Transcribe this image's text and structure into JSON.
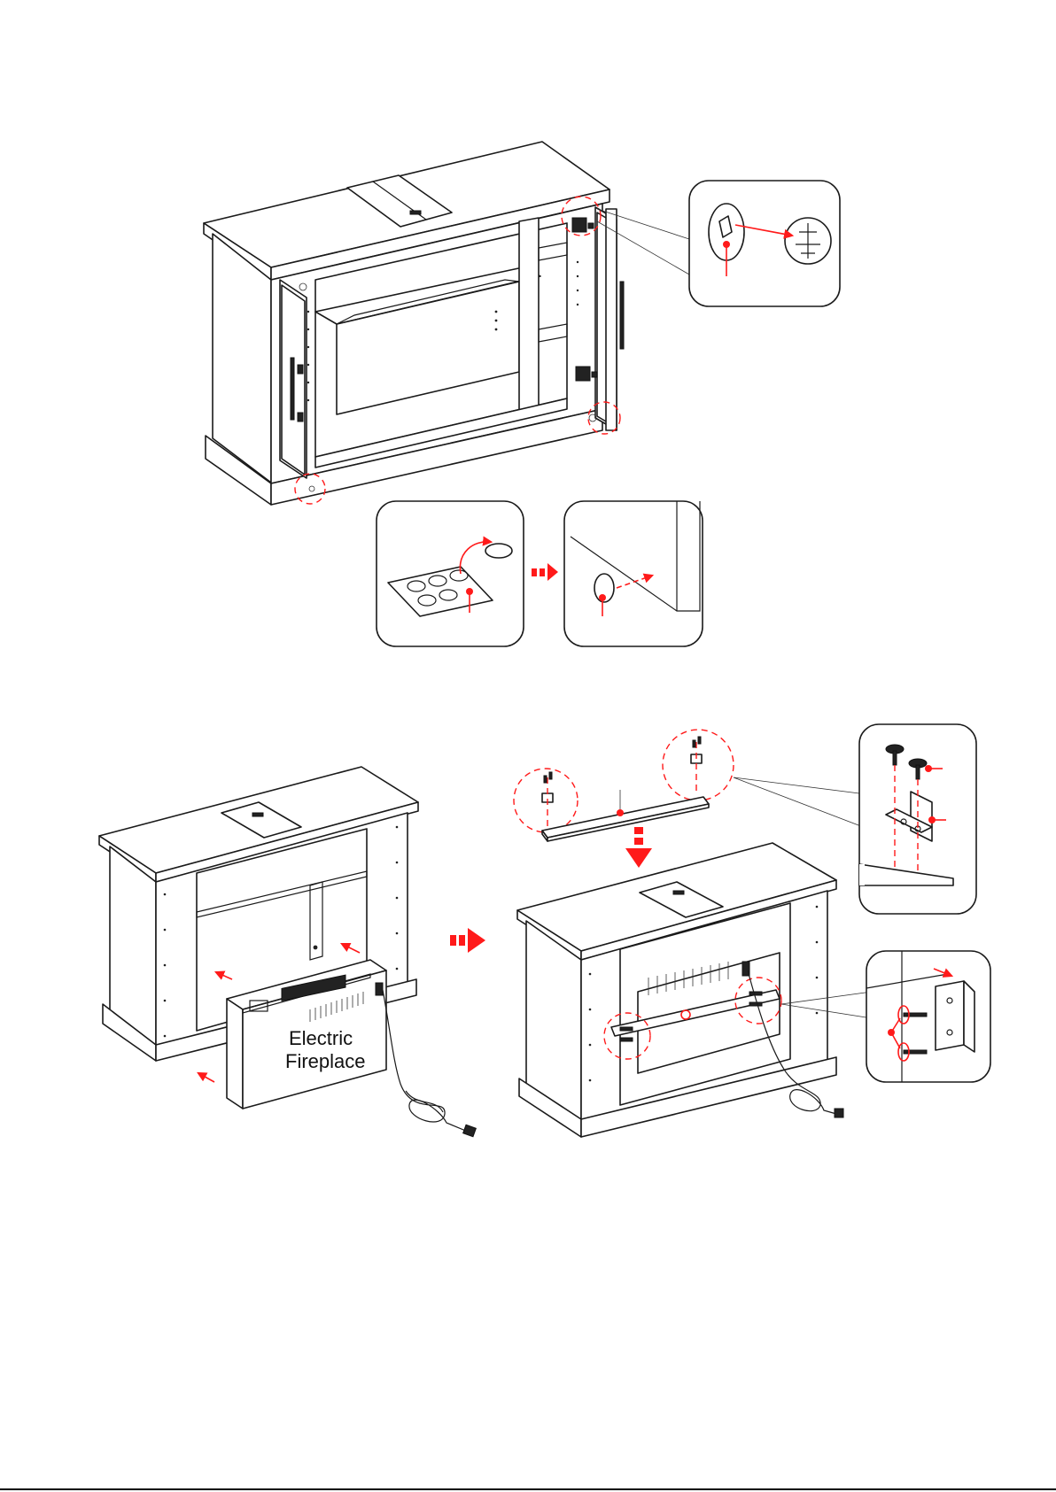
{
  "diagram": {
    "steps": [
      {
        "name": "cabinet-door-hinge-and-bumper-step",
        "detail_callouts": [
          "hinge-cam-detail",
          "bumper-sheet-detail",
          "bumper-apply-detail"
        ]
      },
      {
        "name": "insert-electric-fireplace-step",
        "detail_callouts": [
          "bracket-screw-detail",
          "side-screw-detail"
        ]
      }
    ],
    "fireplace_label_line1": "Electric",
    "fireplace_label_line2": "Fireplace",
    "colors": {
      "line": "#1a1a1a",
      "accent": "#ff1a1a",
      "background": "#ffffff"
    }
  }
}
